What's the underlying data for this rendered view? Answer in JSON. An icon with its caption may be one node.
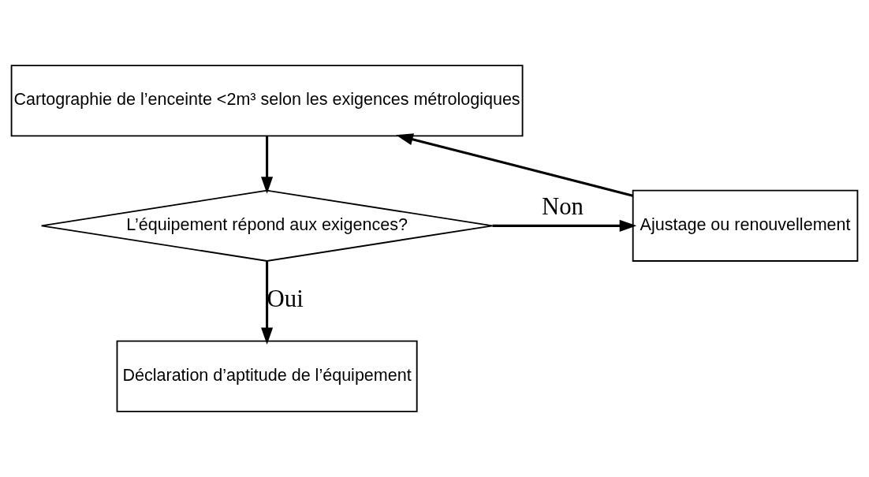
{
  "diagram": {
    "nodes": [
      {
        "text": [
          "Cartographie de l’enceinte <2m³ selon les exigences métrologiques"
        ]
      },
      {
        "text": [
          "L’équipement répond aux exigences?"
        ]
      },
      {
        "text": [
          "Ajustage ou renouvellement"
        ]
      },
      {
        "text": [
          "Déclaration d’aptitude de l’équipement"
        ]
      }
    ],
    "edges": [
      {
        "from": 0,
        "to": 1,
        "arrow": "to"
      },
      {
        "from": 1,
        "to": 2,
        "arrow": "to",
        "label": "Non"
      },
      {
        "from": 2,
        "to": 0,
        "arrow": "to"
      },
      {
        "from": 1,
        "to": 3,
        "arrow": "to",
        "label": "Oui"
      }
    ]
  }
}
